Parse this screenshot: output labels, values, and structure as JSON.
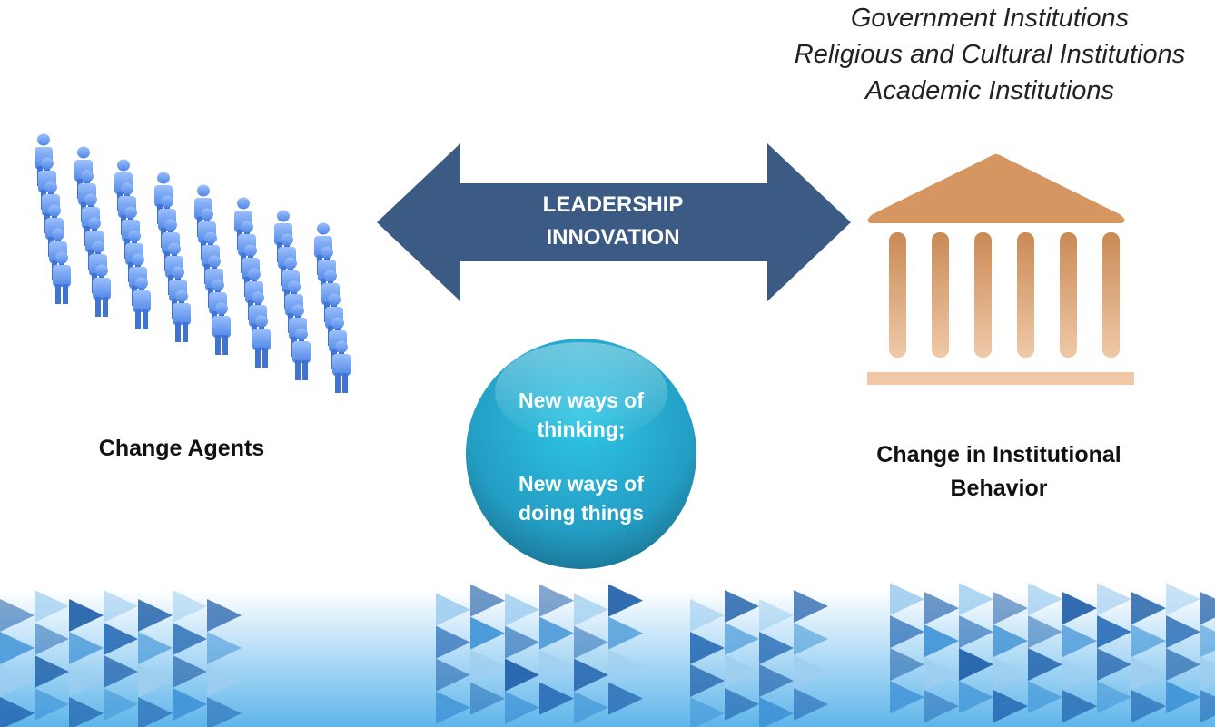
{
  "institutions": [
    "Government Institutions",
    "Religious and Cultural Institutions",
    "Academic Institutions"
  ],
  "arrow": {
    "line1": "LEADERSHIP",
    "line2": "INNOVATION"
  },
  "left_label": "Change Agents",
  "right_label": {
    "line1": "Change in Institutional",
    "line2": "Behavior"
  },
  "circle": {
    "line1": "New ways of",
    "line2": "thinking;",
    "line3": "New ways of",
    "line4": "doing things"
  },
  "icons": {
    "crowd": "people-crowd-icon",
    "building": "institution-building-icon"
  },
  "colors": {
    "arrow": "#3b5b85",
    "people": "#5a8ee8",
    "building": "#d99a63",
    "circle": "#2ba9c9"
  }
}
